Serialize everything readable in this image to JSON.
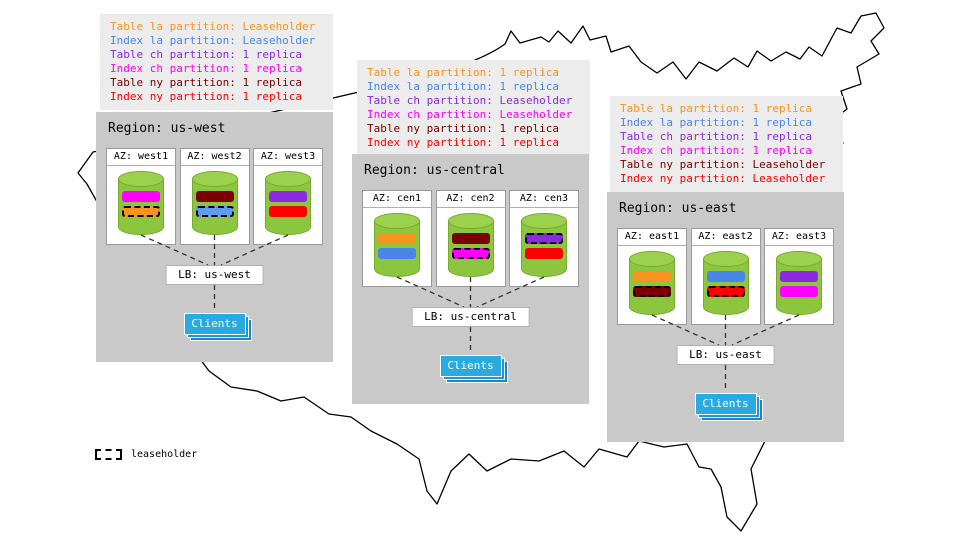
{
  "colors": {
    "table_la_orange": "#F7941E",
    "index_la_blue": "#4A86E8",
    "table_ch_purple": "#8A2BE2",
    "index_ch_magenta": "#FF00FF",
    "table_ny_darkred": "#7B0000",
    "index_ny_red": "#FF0000",
    "cylinder_green": "#8CC63F",
    "clients_blue": "#29ABE2"
  },
  "leaseholder_legend": {
    "label": "leaseholder"
  },
  "regions": [
    {
      "title": "Region: us-west",
      "lb_label": "LB: us-west",
      "clients_label": "Clients",
      "annotations": [
        {
          "text": "Table la partition: Leaseholder",
          "color": "#F7941E"
        },
        {
          "text": "Index la partition: Leaseholder",
          "color": "#4A86E8"
        },
        {
          "text": "Table ch partition: 1 replica",
          "color": "#8A2BE2"
        },
        {
          "text": "Index ch partition: 1 replica",
          "color": "#FF00FF"
        },
        {
          "text": "Table ny partition: 1 replica",
          "color": "#7B0000"
        },
        {
          "text": "Index ny partition: 1 replica",
          "color": "#FF0000"
        }
      ],
      "azs": [
        {
          "label": "AZ: west1",
          "bars": [
            {
              "color": "#FF00FF",
              "leaseholder": false
            },
            {
              "color": "#F7941E",
              "leaseholder": true
            }
          ]
        },
        {
          "label": "AZ: west2",
          "bars": [
            {
              "color": "#7B0000",
              "leaseholder": false
            },
            {
              "color": "#5E9CF0",
              "leaseholder": true
            }
          ]
        },
        {
          "label": "AZ: west3",
          "bars": [
            {
              "color": "#8A2BE2",
              "leaseholder": false
            },
            {
              "color": "#FF0000",
              "leaseholder": false
            }
          ]
        }
      ]
    },
    {
      "title": "Region: us-central",
      "lb_label": "LB: us-central",
      "clients_label": "Clients",
      "annotations": [
        {
          "text": "Table la partition: 1 replica",
          "color": "#F7941E"
        },
        {
          "text": "Index la partition: 1 replica",
          "color": "#4A86E8"
        },
        {
          "text": "Table ch partition: Leaseholder",
          "color": "#8A2BE2"
        },
        {
          "text": "Index ch partition: Leaseholder",
          "color": "#FF00FF"
        },
        {
          "text": "Table ny partition: 1 replica",
          "color": "#7B0000"
        },
        {
          "text": "Index ny partition: 1 replica",
          "color": "#FF0000"
        }
      ],
      "azs": [
        {
          "label": "AZ: cen1",
          "bars": [
            {
              "color": "#F7941E",
              "leaseholder": false
            },
            {
              "color": "#4A86E8",
              "leaseholder": false
            }
          ]
        },
        {
          "label": "AZ: cen2",
          "bars": [
            {
              "color": "#7B0000",
              "leaseholder": false
            },
            {
              "color": "#FF00FF",
              "leaseholder": true
            }
          ]
        },
        {
          "label": "AZ: cen3",
          "bars": [
            {
              "color": "#8A2BE2",
              "leaseholder": true
            },
            {
              "color": "#FF0000",
              "leaseholder": false
            }
          ]
        }
      ]
    },
    {
      "title": "Region: us-east",
      "lb_label": "LB: us-east",
      "clients_label": "Clients",
      "annotations": [
        {
          "text": "Table la partition: 1 replica",
          "color": "#F7941E"
        },
        {
          "text": "Index la partition: 1 replica",
          "color": "#4A86E8"
        },
        {
          "text": "Table ch partition: 1 replica",
          "color": "#8A2BE2"
        },
        {
          "text": "Index ch partition: 1 replica",
          "color": "#FF00FF"
        },
        {
          "text": "Table ny partition: Leaseholder",
          "color": "#7B0000"
        },
        {
          "text": "Index ny partition: Leaseholder",
          "color": "#FF0000"
        }
      ],
      "azs": [
        {
          "label": "AZ: east1",
          "bars": [
            {
              "color": "#F7941E",
              "leaseholder": false
            },
            {
              "color": "#7B0000",
              "leaseholder": true
            }
          ]
        },
        {
          "label": "AZ: east2",
          "bars": [
            {
              "color": "#4A86E8",
              "leaseholder": false
            },
            {
              "color": "#FF0000",
              "leaseholder": true
            }
          ]
        },
        {
          "label": "AZ: east3",
          "bars": [
            {
              "color": "#8A2BE2",
              "leaseholder": false
            },
            {
              "color": "#FF00FF",
              "leaseholder": false
            }
          ]
        }
      ]
    }
  ]
}
